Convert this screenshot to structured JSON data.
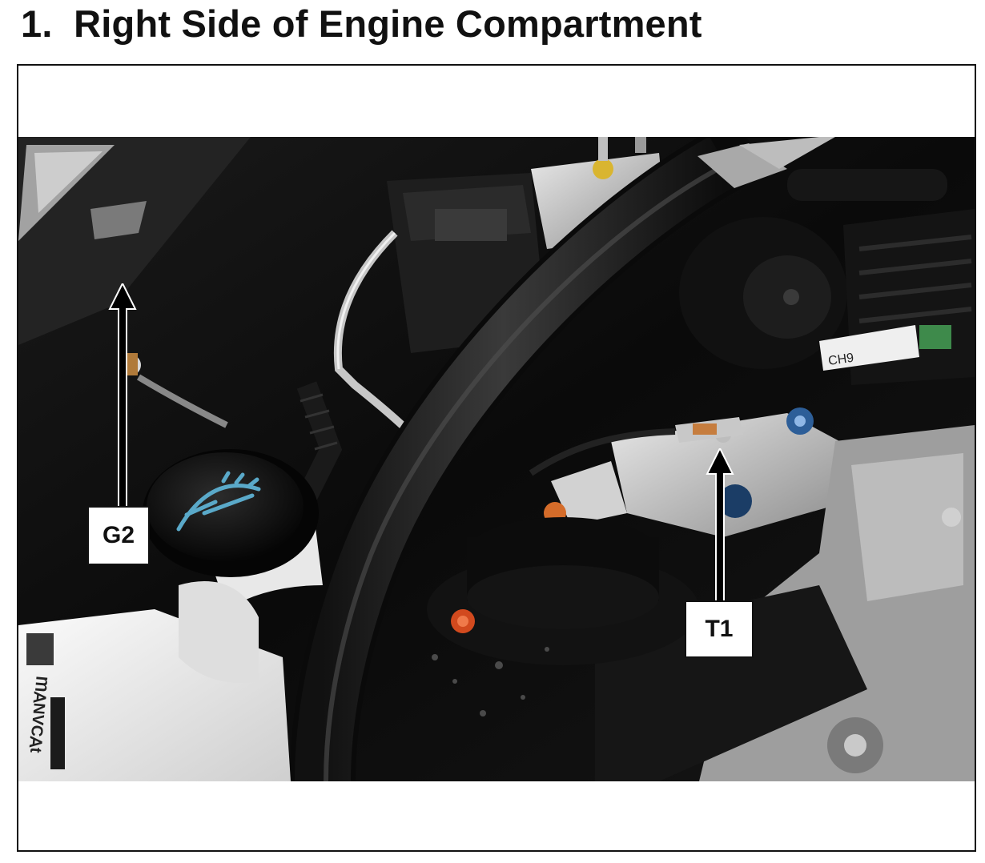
{
  "heading": {
    "number": "1.",
    "text": "Right Side of Engine Compartment"
  },
  "photo": {
    "labels": {
      "fluid_cap_icon": "washer-fluid-icon",
      "sticker_code": "CH9",
      "tank_marking": "ʇ∀ϽΛN∀Ɯ"
    }
  },
  "callouts": [
    {
      "id": "G2",
      "label": "G2"
    },
    {
      "id": "T1",
      "label": "T1"
    }
  ]
}
